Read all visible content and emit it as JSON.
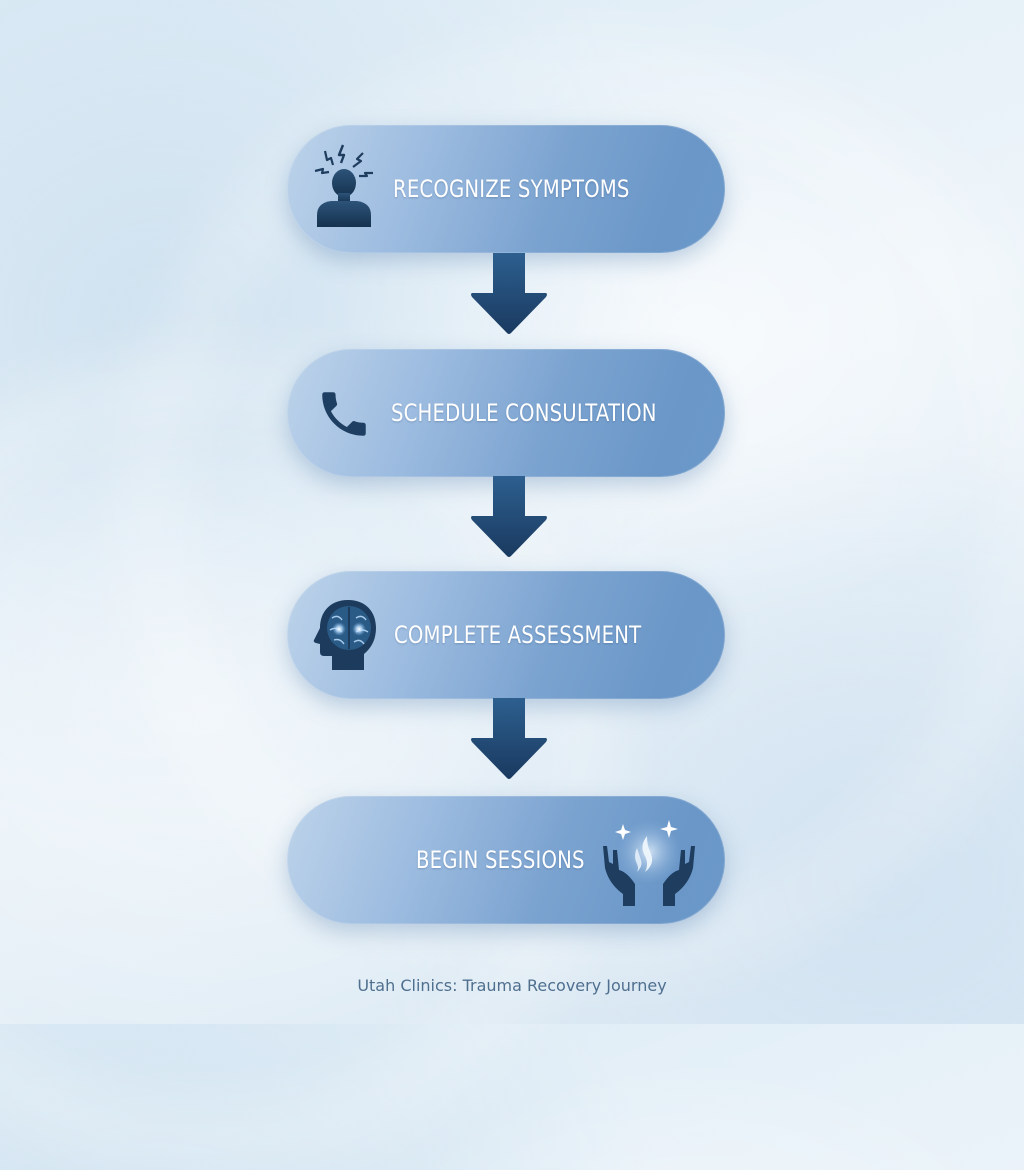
{
  "colors": {
    "pill_light": "#bdd3ea",
    "pill_dark": "#6a97c8",
    "icon_navy": "#1e3d5f",
    "arrow_navy": "#1f4670",
    "label_text": "#ffffff",
    "caption_text": "#4f6f8f",
    "background": "#e6f0f7"
  },
  "steps": [
    {
      "label": "RECOGNIZE SYMPTOMS",
      "icon": "person-headache-icon"
    },
    {
      "label": "SCHEDULE CONSULTATION",
      "icon": "phone-icon"
    },
    {
      "label": "COMPLETE ASSESSMENT",
      "icon": "brain-head-icon"
    },
    {
      "label": "BEGIN SESSIONS",
      "icon": "healing-hands-icon"
    }
  ],
  "arrows": [
    {
      "icon": "arrow-down-icon"
    },
    {
      "icon": "arrow-down-icon"
    },
    {
      "icon": "arrow-down-icon"
    }
  ],
  "caption": "Utah Clinics: Trauma Recovery Journey"
}
